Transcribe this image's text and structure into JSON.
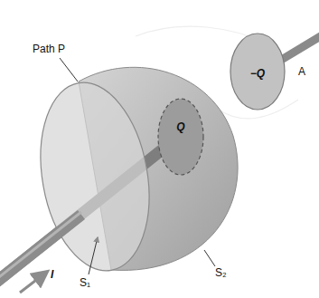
{
  "diagram": {
    "nodes": [
      {
        "text": [
          "Q"
        ]
      },
      {
        "text": [
          "−Q"
        ]
      }
    ],
    "labels": [
      "Path P",
      "A",
      "I",
      "S₁",
      "S₂"
    ]
  }
}
